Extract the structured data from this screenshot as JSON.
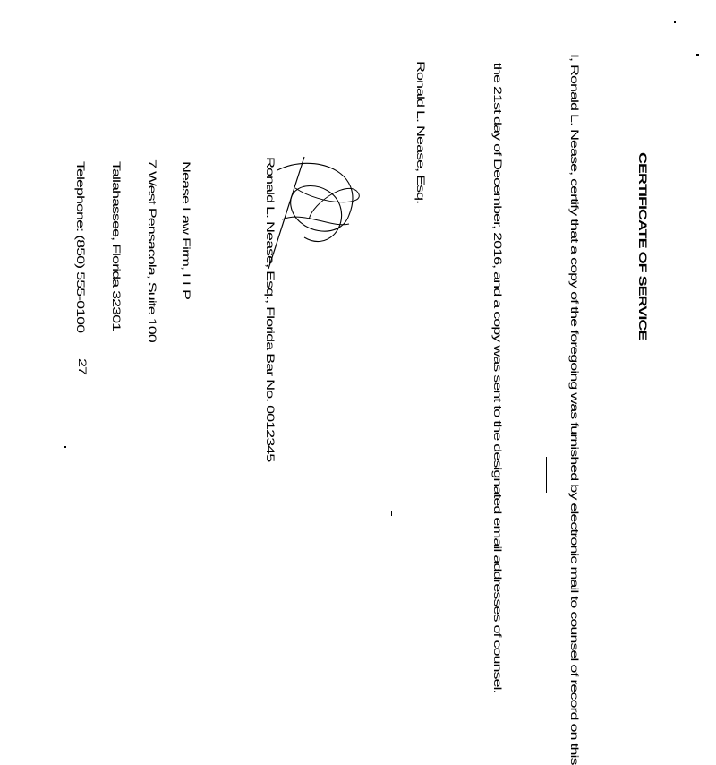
{
  "document": {
    "title": "CERTIFICATE OF SERVICE",
    "body_line1": "I, Ronald L. Nease, certify that a copy of the foregoing was furnished by electronic mail to counsel of record on this",
    "body_line2": "the 21st day of December, 2016, and a copy was sent to the designated email addresses of counsel.",
    "body_line3": "Ronald L. Nease, Esq.",
    "body_line4": "",
    "signature_caption": "Ronald L. Nease, Esq., Florida Bar No. 0012345",
    "firm_lines": [
      "Nease Law Firm, LLP",
      "7 West Pensacola, Suite 100",
      "Tallahassee, Florida 32301",
      "Telephone: (850) 555-0100"
    ],
    "page_number": "27"
  }
}
